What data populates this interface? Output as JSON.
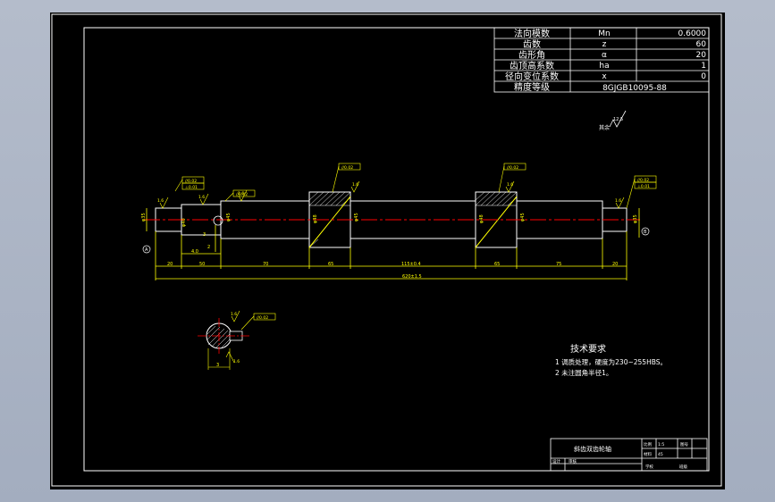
{
  "params": [
    {
      "name": "法向模数",
      "symbol": "Mn",
      "value": "0.6000"
    },
    {
      "name": "齿数",
      "symbol": "z",
      "value": "60"
    },
    {
      "name": "齿形角",
      "symbol": "α",
      "value": "20"
    },
    {
      "name": "齿顶高系数",
      "symbol": "ha",
      "value": "1"
    },
    {
      "name": "径向变位系数",
      "symbol": "x",
      "value": "0"
    }
  ],
  "accuracy": {
    "name": "精度等级",
    "value": "8GJGB10095-88"
  },
  "roughness_note": {
    "label": "其余",
    "value": "12.5"
  },
  "tolerance_labels": [
    "//0.02",
    "⊥0.01",
    "//0.02",
    "//0.02",
    "//0.02",
    "//0.02",
    "⊥0.01",
    "//0.02"
  ],
  "roughness_labels": [
    "1.6",
    "1.6",
    "1.6",
    "1.6",
    "1.6",
    "1.6",
    "1.6",
    "1.6"
  ],
  "datum_labels": [
    "A",
    "B"
  ],
  "dimensions": {
    "bottom": [
      "20",
      "50",
      "70",
      "65",
      "115±0.4",
      "65",
      "75",
      "20"
    ],
    "total": "620±1.5",
    "diameters": [
      "φ35",
      "φ40",
      "φ45",
      "φ48",
      "φ45",
      "φ48",
      "φ45",
      "φ35"
    ],
    "keyway": [
      "4.0",
      "2",
      "3"
    ],
    "section_width": "3"
  },
  "tech_requirements": {
    "title": "技术要求",
    "items": [
      "1  调质处理，硬度为230~255HBS。",
      "2  未注圆角半径1。"
    ]
  },
  "title_block": {
    "part_name": "斜齿双齿轮轴",
    "cells": [
      "比例",
      "1:5",
      "材料",
      "45",
      "图号"
    ],
    "designer_label": "设计",
    "designer_value": "审核",
    "unit": "学校",
    "sheet": "班级"
  }
}
